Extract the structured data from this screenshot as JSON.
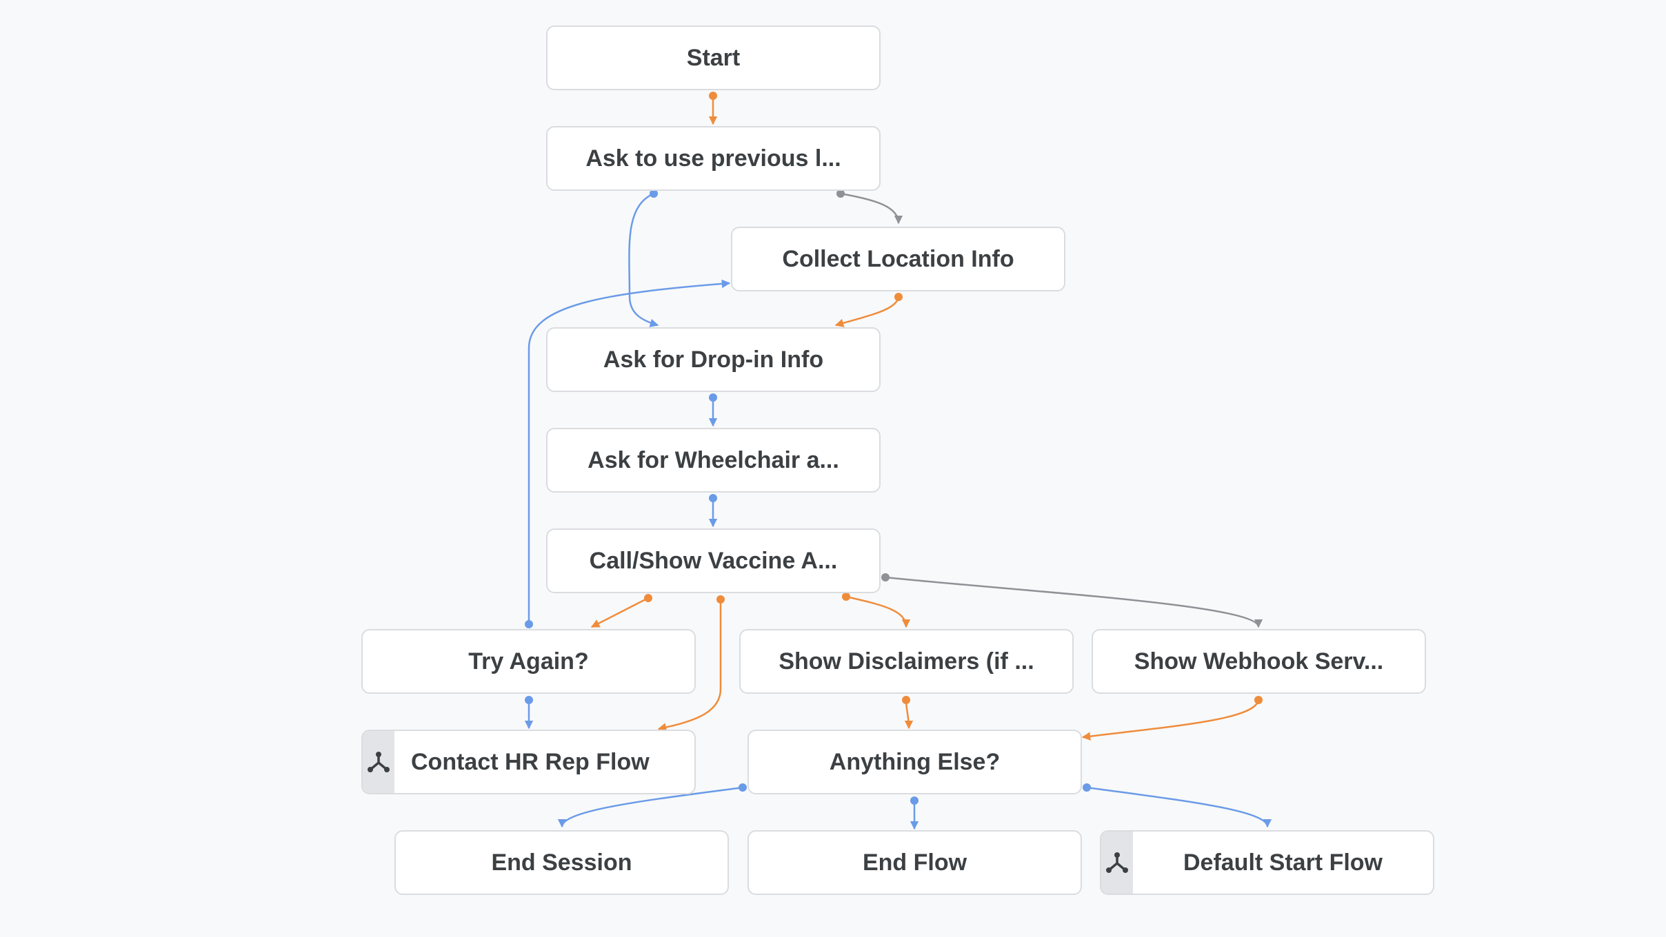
{
  "colors": {
    "background": "#f8f9fa",
    "node_border": "#dadce0",
    "node_text": "#3c4043",
    "flow_icon_bg": "#e2e4e7",
    "edge_orange": "#ef8c3b",
    "edge_blue": "#6a9be8",
    "edge_gray": "#8e9196"
  },
  "nodes": {
    "start": {
      "label": "Start"
    },
    "ask_previous": {
      "label": "Ask to use previous l..."
    },
    "collect_location": {
      "label": "Collect Location Info"
    },
    "ask_dropin": {
      "label": "Ask for Drop-in Info"
    },
    "ask_wheelchair": {
      "label": "Ask for Wheelchair a..."
    },
    "call_show_vaccine": {
      "label": "Call/Show Vaccine A..."
    },
    "try_again": {
      "label": "Try Again?"
    },
    "show_disclaimers": {
      "label": "Show Disclaimers (if ..."
    },
    "show_webhook": {
      "label": "Show Webhook Serv..."
    },
    "contact_hr": {
      "label": "Contact HR Rep Flow",
      "icon": "flow-branch-icon"
    },
    "anything_else": {
      "label": "Anything Else?"
    },
    "end_session": {
      "label": "End Session"
    },
    "end_flow": {
      "label": "End Flow"
    },
    "default_start_flow": {
      "label": "Default Start Flow",
      "icon": "flow-branch-icon"
    }
  },
  "edges": [
    {
      "from": "start",
      "to": "ask_previous",
      "type": "orange"
    },
    {
      "from": "ask_previous",
      "to": "collect_location",
      "type": "gray"
    },
    {
      "from": "ask_previous",
      "to": "ask_dropin",
      "type": "blue"
    },
    {
      "from": "collect_location",
      "to": "ask_dropin",
      "type": "orange"
    },
    {
      "from": "ask_dropin",
      "to": "ask_wheelchair",
      "type": "blue"
    },
    {
      "from": "ask_wheelchair",
      "to": "call_show_vaccine",
      "type": "blue"
    },
    {
      "from": "call_show_vaccine",
      "to": "try_again",
      "type": "orange"
    },
    {
      "from": "call_show_vaccine",
      "to": "contact_hr",
      "type": "orange"
    },
    {
      "from": "call_show_vaccine",
      "to": "show_disclaimers",
      "type": "orange"
    },
    {
      "from": "call_show_vaccine",
      "to": "show_webhook",
      "type": "gray"
    },
    {
      "from": "try_again",
      "to": "collect_location",
      "type": "blue"
    },
    {
      "from": "try_again",
      "to": "contact_hr",
      "type": "blue"
    },
    {
      "from": "show_disclaimers",
      "to": "anything_else",
      "type": "orange"
    },
    {
      "from": "show_webhook",
      "to": "anything_else",
      "type": "orange"
    },
    {
      "from": "anything_else",
      "to": "end_session",
      "type": "blue"
    },
    {
      "from": "anything_else",
      "to": "end_flow",
      "type": "blue"
    },
    {
      "from": "anything_else",
      "to": "default_start_flow",
      "type": "blue"
    }
  ]
}
